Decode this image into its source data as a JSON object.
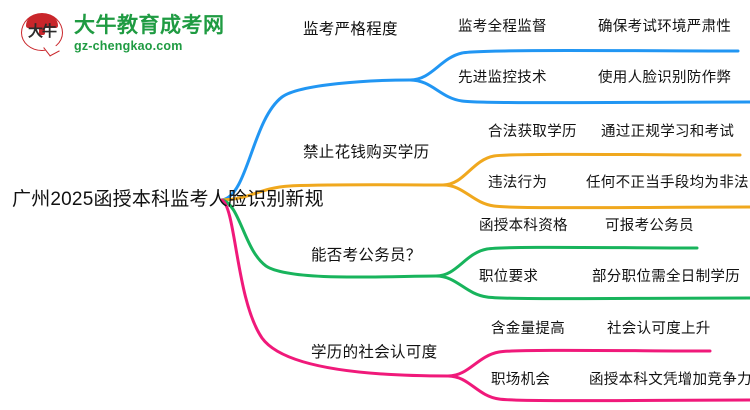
{
  "logo": {
    "badge_char": "大牛",
    "name_cn": "大牛教育成考网",
    "domain": "gz-chengkao.com",
    "brand_green": "#1f9b42",
    "brand_red": "#c9262b"
  },
  "mindmap": {
    "root": "广州2025函授本科监考人脸识别新规",
    "branches": [
      {
        "label": "监考严格程度",
        "color": "#2196f3",
        "children": [
          {
            "label": "监考全程监督",
            "detail": "确保考试环境严肃性"
          },
          {
            "label": "先进监控技术",
            "detail": "使用人脸识别防作弊"
          }
        ]
      },
      {
        "label": "禁止花钱购买学历",
        "color": "#f0a81e",
        "children": [
          {
            "label": "合法获取学历",
            "detail": "通过正规学习和考试"
          },
          {
            "label": "违法行为",
            "detail": "任何不正当手段均为非法"
          }
        ]
      },
      {
        "label": "能否考公务员？",
        "color": "#18b45c",
        "children": [
          {
            "label": "函授本科资格",
            "detail": "可报考公务员"
          },
          {
            "label": "职位要求",
            "detail": "部分职位需全日制学历"
          }
        ]
      },
      {
        "label": "学历的社会认可度",
        "color": "#f0197a",
        "children": [
          {
            "label": "含金量提高",
            "detail": "社会认可度上升"
          },
          {
            "label": "职场机会",
            "detail": "函授本科文凭增加竞争力"
          }
        ]
      }
    ]
  }
}
